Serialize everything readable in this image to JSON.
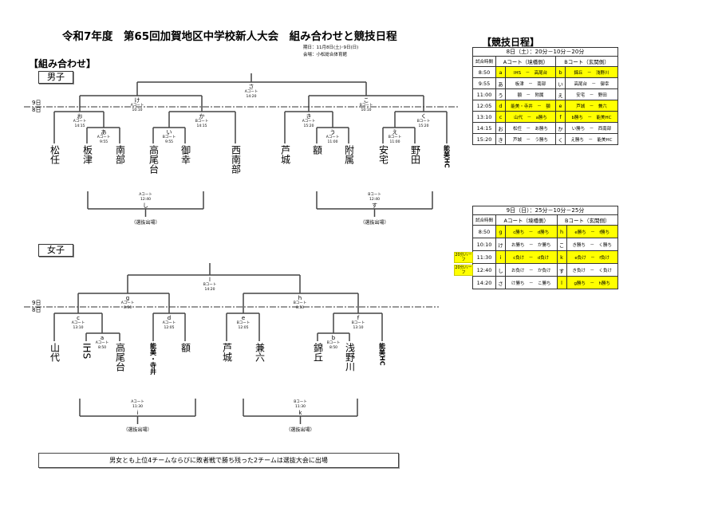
{
  "title": "令和7年度　第65回加賀地区中学校新人大会　組み合わせと競技日程",
  "period": "期日：11月8日(土)･9日(日)",
  "venue": "会場：小松総合体育館",
  "bracket_heading": "【組み合わせ】",
  "schedule_heading": "【競技日程】",
  "day_labels": {
    "day9": "9日",
    "day8": "8日"
  },
  "selection_label": "（選抜出場）",
  "boys": {
    "label": "男子",
    "teams": [
      "松任",
      "板津",
      "南部",
      "高尾台",
      "御幸",
      "西南部",
      "芦城",
      "額",
      "附属",
      "安宅",
      "野田",
      "能美HC"
    ],
    "matches": {
      "sa": {
        "id": "さ",
        "court": "Aコート",
        "time": "14:20"
      },
      "ke": {
        "id": "け",
        "court": "Aコート",
        "time": "10:10"
      },
      "ko": {
        "id": "こ",
        "court": "Bコート",
        "time": "10:10"
      },
      "o": {
        "id": "お",
        "court": "Aコート",
        "time": "14:15"
      },
      "a": {
        "id": "あ",
        "court": "Aコート",
        "time": "9:55"
      },
      "ka": {
        "id": "か",
        "court": "Bコート",
        "time": "14:15"
      },
      "i": {
        "id": "い",
        "court": "Bコート",
        "time": "9:55"
      },
      "ki": {
        "id": "き",
        "court": "Aコート",
        "time": "15:20"
      },
      "u": {
        "id": "う",
        "court": "Aコート",
        "time": "11:00"
      },
      "ku": {
        "id": "く",
        "court": "Bコート",
        "time": "15:20"
      },
      "e": {
        "id": "え",
        "court": "Bコート",
        "time": "11:00"
      },
      "shi": {
        "id": "し",
        "court": "Aコート",
        "time": "12:40"
      },
      "su": {
        "id": "す",
        "court": "Bコート",
        "time": "12:40"
      }
    }
  },
  "girls": {
    "label": "女子",
    "teams": [
      "山代",
      "IHS",
      "高尾台",
      "能美・寺井",
      "額",
      "芦城",
      "兼六",
      "錦丘",
      "浅野川",
      "能美HC"
    ],
    "matches": {
      "l": {
        "id": "l",
        "court": "Bコート",
        "time": "14:20"
      },
      "g": {
        "id": "g",
        "court": "Aコート",
        "time": "8:50"
      },
      "h": {
        "id": "h",
        "court": "Bコート",
        "time": "8:50"
      },
      "c": {
        "id": "c",
        "court": "Aコート",
        "time": "13:10"
      },
      "a": {
        "id": "a",
        "court": "Aコート",
        "time": "8:50"
      },
      "d": {
        "id": "d",
        "court": "Aコート",
        "time": "12:05"
      },
      "e": {
        "id": "e",
        "court": "Bコート",
        "time": "12:05"
      },
      "f": {
        "id": "f",
        "court": "Bコート",
        "time": "13:10"
      },
      "b": {
        "id": "b",
        "court": "Bコート",
        "time": "8:50"
      },
      "i": {
        "id": "i",
        "court": "Aコート",
        "time": "11:30"
      },
      "k": {
        "id": "k",
        "court": "Bコート",
        "time": "11:30"
      }
    }
  },
  "schedule": [
    {
      "title": "8日（土）：20分－10分－20分",
      "headers": [
        "試合時間",
        "Aコート（境橋側）",
        "Bコート（玄関側）"
      ],
      "rows": [
        {
          "time": "8:50",
          "a_id": "a",
          "a_match": "IHS　－　高尾台",
          "a_hl": true,
          "b_id": "b",
          "b_match": "錦丘　－　浅野川",
          "b_hl": true
        },
        {
          "time": "9:55",
          "a_id": "あ",
          "a_match": "板津　－　南部",
          "a_hl": false,
          "b_id": "い",
          "b_match": "高尾台　－　御幸",
          "b_hl": false
        },
        {
          "time": "11:00",
          "a_id": "う",
          "a_match": "額　－　附属",
          "a_hl": false,
          "b_id": "え",
          "b_match": "安宅　－　野田",
          "b_hl": false
        },
        {
          "time": "12:05",
          "a_id": "d",
          "a_match": "能美・寺井　－　額",
          "a_hl": true,
          "b_id": "e",
          "b_match": "芦城　－　兼六",
          "b_hl": true
        },
        {
          "time": "13:10",
          "a_id": "c",
          "a_match": "山代　－　a勝ち",
          "a_hl": true,
          "b_id": "f",
          "b_match": "b勝ち　－　能美HC",
          "b_hl": true
        },
        {
          "time": "14:15",
          "a_id": "お",
          "a_match": "松任　－　あ勝ち",
          "a_hl": false,
          "b_id": "か",
          "b_match": "い勝ち　－　西南部",
          "b_hl": false
        },
        {
          "time": "15:20",
          "a_id": "き",
          "a_match": "芦城　－　う勝ち",
          "a_hl": false,
          "b_id": "く",
          "b_match": "え勝ち　－　能美HC",
          "b_hl": false
        }
      ]
    },
    {
      "title": "9日（日）：25分－10分－25分",
      "headers": [
        "試合時間",
        "Aコート（境橋側）",
        "Bコート（玄関側）"
      ],
      "half_note": "20分ハーフ",
      "rows": [
        {
          "time": "8:50",
          "a_id": "g",
          "a_match": "c勝ち　－　d勝ち",
          "a_hl": true,
          "b_id": "h",
          "b_match": "e勝ち　－　f勝ち",
          "b_hl": true,
          "half": false
        },
        {
          "time": "10:10",
          "a_id": "け",
          "a_match": "お勝ち　－　か勝ち",
          "a_hl": false,
          "b_id": "こ",
          "b_match": "き勝ち　－　く勝ち",
          "b_hl": false,
          "half": false
        },
        {
          "time": "11:30",
          "a_id": "i",
          "a_match": "c負け　－　d負け",
          "a_hl": true,
          "b_id": "k",
          "b_match": "e負け　－　f負け",
          "b_hl": true,
          "half": true
        },
        {
          "time": "12:40",
          "a_id": "し",
          "a_match": "お負け　－　か負け",
          "a_hl": false,
          "b_id": "す",
          "b_match": "き負け　－　く負け",
          "b_hl": false,
          "half": true
        },
        {
          "time": "14:20",
          "a_id": "さ",
          "a_match": "け勝ち　－　こ勝ち",
          "a_hl": false,
          "b_id": "l",
          "b_match": "g勝ち　－　h勝ち",
          "b_hl": true,
          "half": false
        }
      ]
    }
  ],
  "footer_note": "男女とも上位4チームならびに敗者戦で勝ち残った2チームは選抜大会に出場"
}
